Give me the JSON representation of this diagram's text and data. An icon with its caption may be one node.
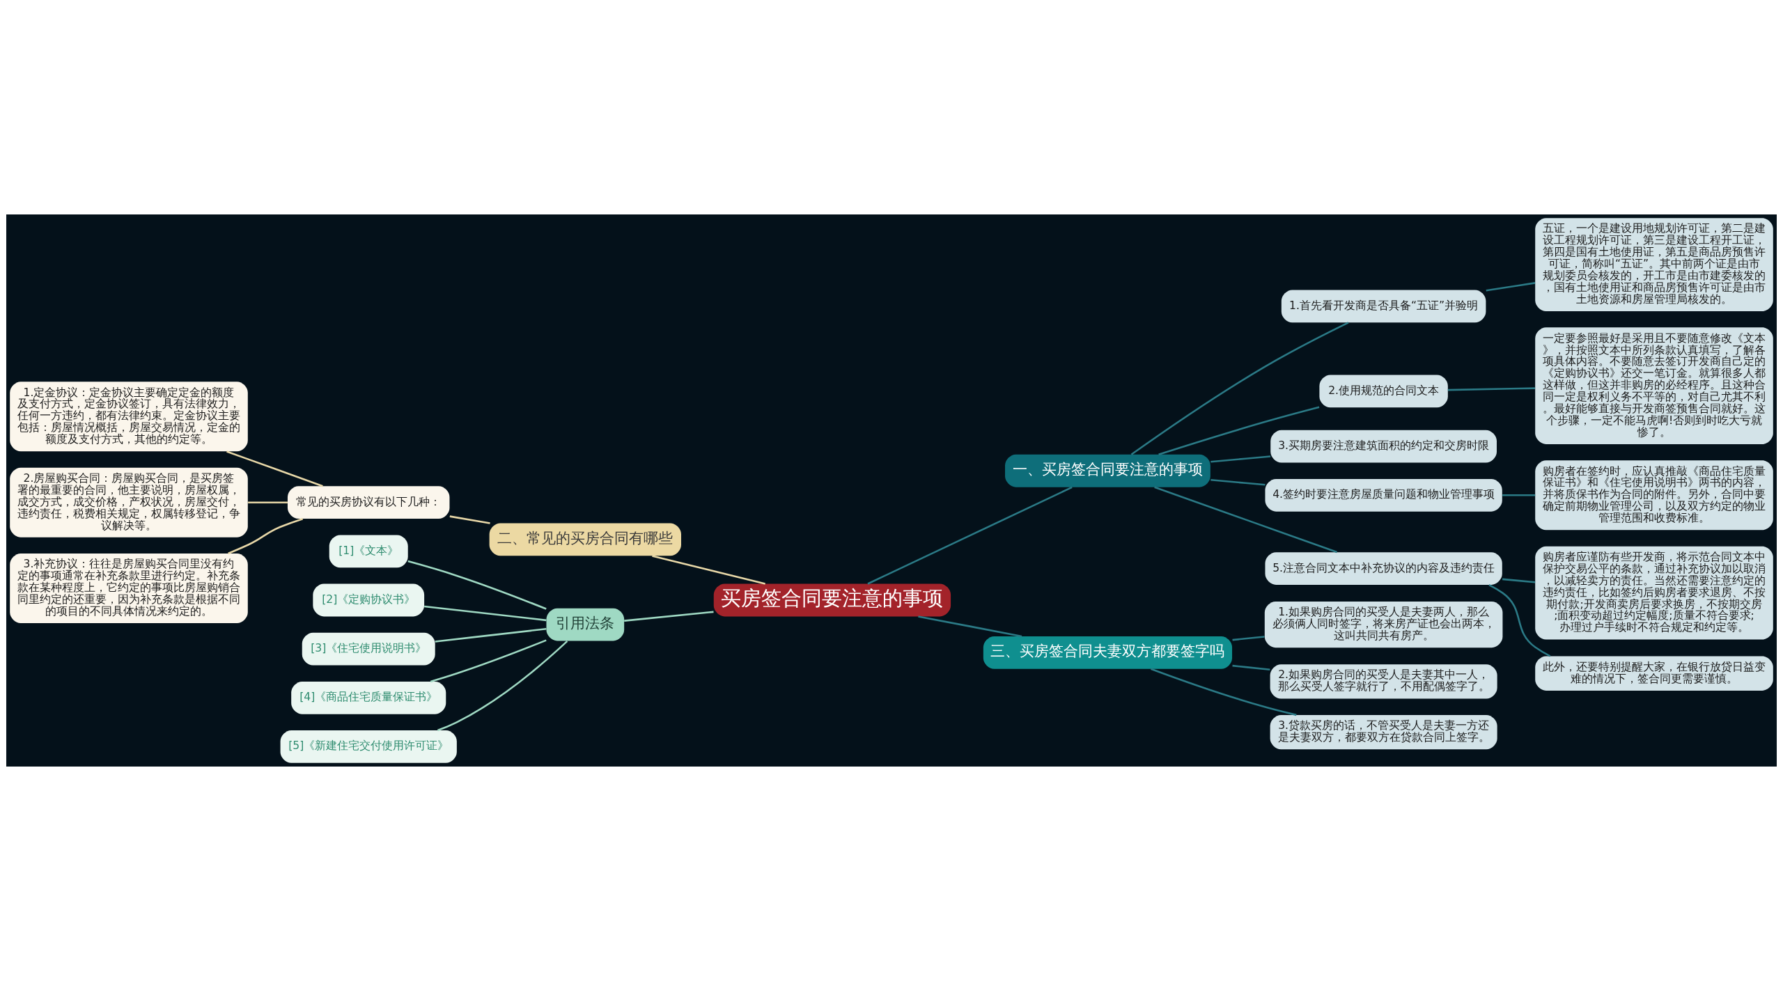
{
  "diagram": {
    "nodes": [
      {
        "text": [
          "买房签合同要注意的事项"
        ]
      },
      {
        "text": [
          "一、买房签合同要注意的事项"
        ]
      },
      {
        "text": [
          "1.首先看开发商是否具备“五证”并验明"
        ]
      },
      {
        "text": [
          "五证，一个是建设用地规划许可证，第二是建设工程规划许可证，第三是建设工程开工证，第四是国有土地使用证，第五是商品房预售许可证，简称叫“五证”。其中前两个证是由市规划委员会核发的，开工市是由市建委核发的，国有土地使用证和商品房预售许可证是由市土地资源和房屋管理局核发的。"
        ]
      },
      {
        "text": [
          "2.使用规范的合同文本"
        ]
      },
      {
        "text": [
          "一定要参照最好是采用且不要随意修改《文本》，并按照文本中所列条款认真填写，了解各项具体内容。不要随意去签订开发商自己定的《定购协议书》还交一笔订金。就算很多人都这样做，但这并非购房的必经程序。且这种合同一定是权利义务不平等的，对自己尤其不利。最好能够直接与开发商签预售合同就好。这个步骤，一定不能马虎啊!否则到时吃大亏就惨了。"
        ]
      },
      {
        "text": [
          "3.买期房要注意建筑面积的约定和交房时限"
        ]
      },
      {
        "text": [
          "4.签约时要注意房屋质量问题和物业管理事项"
        ]
      },
      {
        "text": [
          "购房者在签约时，应认真推敲《商品住宅质量保证书》和《住宅使用说明书》两书的内容，并将质保书作为合同的附件。另外，合同中要确定前期物业管理公司，以及双方约定的物业管理范围和收费标准。"
        ]
      },
      {
        "text": [
          "5.注意合同文本中补充协议的内容及违约责任"
        ]
      },
      {
        "text": [
          "购房者应谨防有些开发商，将示范合同文本中保护交易公平的条款，通过补充协议加以取消，以减轻卖方的责任。当然还需要注意约定的违约责任，比如签约后购房者要求退房、不按期付款;开发商卖房后要求换房，不按期交房;面积变动超过约定幅度;质量不符合要求;办理过户手续时不符合规定和约定等。"
        ]
      },
      {
        "text": [
          "此外，还要特别提醒大家，在银行放贷日益变难的情况下，签合同更需要谨慎。"
        ]
      },
      {
        "text": [
          "三、买房签合同夫妻双方都要签字吗"
        ]
      },
      {
        "text": [
          "1.如果购房合同的买受人是夫妻两人，那么必须俩人同时签字，将来房产证也会出两本，这叫共同共有房产。"
        ]
      },
      {
        "text": [
          "2.如果购房合同的买受人是夫妻其中一人，那么买受人签字就行了，不用配偶签字了。"
        ]
      },
      {
        "text": [
          "3.贷款买房的话，不管买受人是夫妻一方还是夫妻双方，都要双方在贷款合同上签字。"
        ]
      },
      {
        "text": [
          "二、常见的买房合同有哪些"
        ]
      },
      {
        "text": [
          "常见的买房协议有以下几种："
        ]
      },
      {
        "text": [
          "1.定金协议：定金协议主要确定定金的额度及支付方式，定金协议签订，具有法律效力，任何一方违约，都有法律约束。定金协议主要包括：房屋情况概括，房屋交易情况，定金的额度及支付方式，其他的约定等。"
        ]
      },
      {
        "text": [
          "2.房屋购买合同：房屋购买合同，是买房签署的最重要的合同，他主要说明，房屋权属，成交方式，成交价格，产权状况，房屋交付，违约责任，税费相关规定，权属转移登记，争议解决等。"
        ]
      },
      {
        "text": [
          "3.补充协议：往往是房屋购买合同里没有约定的事项通常在补充条款里进行约定。补充条款在某种程度上，它约定的事项比房屋购销合同里约定的还重要，因为补充条款是根据不同的项目的不同具体情况来约定的。"
        ]
      },
      {
        "text": [
          "引用法条"
        ]
      },
      {
        "text": [
          "[1]《文本》"
        ]
      },
      {
        "text": [
          "[2]《定购协议书》"
        ]
      },
      {
        "text": [
          "[3]《住宅使用说明书》"
        ]
      },
      {
        "text": [
          "[4]《商品住宅质量保证书》"
        ]
      },
      {
        "text": [
          "[5]《新建住宅交付使用许可证》"
        ]
      }
    ],
    "edges": [
      {
        "from": 0,
        "to": 1,
        "arrow": "none"
      },
      {
        "from": 1,
        "to": 2,
        "arrow": "none"
      },
      {
        "from": 2,
        "to": 3,
        "arrow": "none"
      },
      {
        "from": 1,
        "to": 4,
        "arrow": "none"
      },
      {
        "from": 4,
        "to": 5,
        "arrow": "none"
      },
      {
        "from": 1,
        "to": 6,
        "arrow": "none"
      },
      {
        "from": 1,
        "to": 7,
        "arrow": "none"
      },
      {
        "from": 7,
        "to": 8,
        "arrow": "none"
      },
      {
        "from": 1,
        "to": 9,
        "arrow": "none"
      },
      {
        "from": 9,
        "to": 10,
        "arrow": "none"
      },
      {
        "from": 9,
        "to": 11,
        "arrow": "none"
      },
      {
        "from": 0,
        "to": 12,
        "arrow": "none"
      },
      {
        "from": 12,
        "to": 13,
        "arrow": "none"
      },
      {
        "from": 12,
        "to": 14,
        "arrow": "none"
      },
      {
        "from": 12,
        "to": 15,
        "arrow": "none"
      },
      {
        "from": 0,
        "to": 16,
        "arrow": "none",
        "color": "#e8d8a8"
      },
      {
        "from": 16,
        "to": 17,
        "arrow": "none",
        "color": "#e8d8a8"
      },
      {
        "from": 17,
        "to": 18,
        "arrow": "none",
        "color": "#e8d8a8"
      },
      {
        "from": 17,
        "to": 19,
        "arrow": "none",
        "color": "#e8d8a8"
      },
      {
        "from": 17,
        "to": 20,
        "arrow": "none",
        "color": "#e8d8a8"
      },
      {
        "from": 0,
        "to": 21,
        "arrow": "none",
        "color": "#9fd9c3"
      },
      {
        "from": 21,
        "to": 22,
        "arrow": "none",
        "color": "#9fd9c3"
      },
      {
        "from": 21,
        "to": 23,
        "arrow": "none",
        "color": "#9fd9c3"
      },
      {
        "from": 21,
        "to": 24,
        "arrow": "none",
        "color": "#9fd9c3"
      },
      {
        "from": 21,
        "to": 25,
        "arrow": "none",
        "color": "#9fd9c3"
      },
      {
        "from": 21,
        "to": 26,
        "arrow": "none",
        "color": "#9fd9c3"
      }
    ]
  }
}
